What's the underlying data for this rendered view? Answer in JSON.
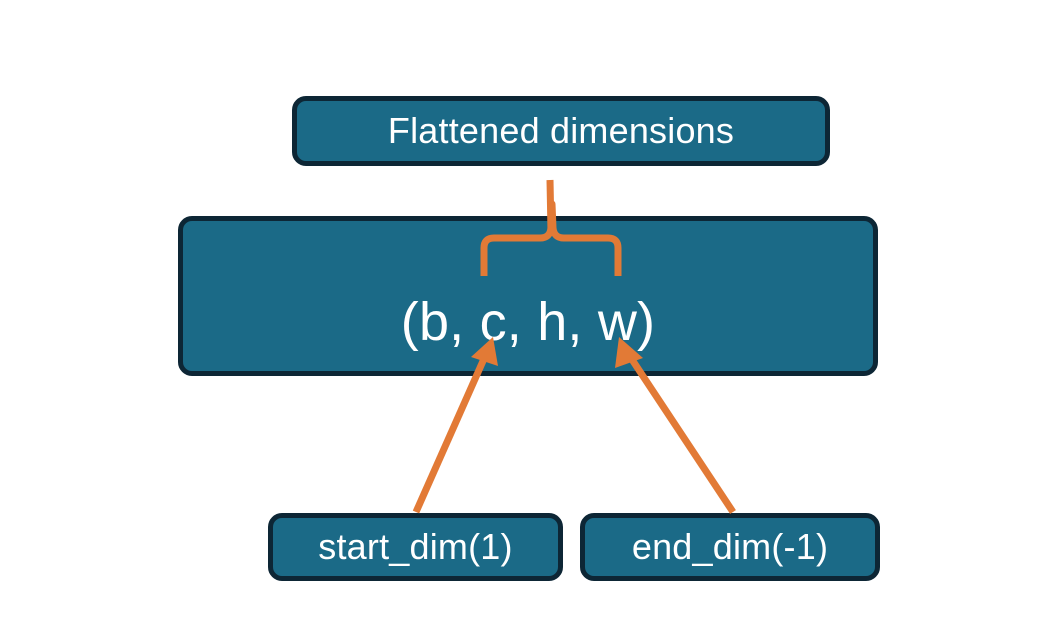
{
  "diagram": {
    "title_node": {
      "label": "Flattened dimensions"
    },
    "shape_node": {
      "label": "(b, c, h, w)"
    },
    "start_node": {
      "label": "start_dim(1)"
    },
    "end_node": {
      "label": "end_dim(-1)"
    },
    "connectors": {
      "brace_name": "curly-brace-connector",
      "start_arrow_name": "start-dim-arrow",
      "end_arrow_name": "end-dim-arrow"
    },
    "colors": {
      "node_fill": "#1b6a87",
      "node_border": "#0d2635",
      "node_text": "#ffffff",
      "connector": "#e27a36",
      "background": "#ffffff"
    }
  }
}
